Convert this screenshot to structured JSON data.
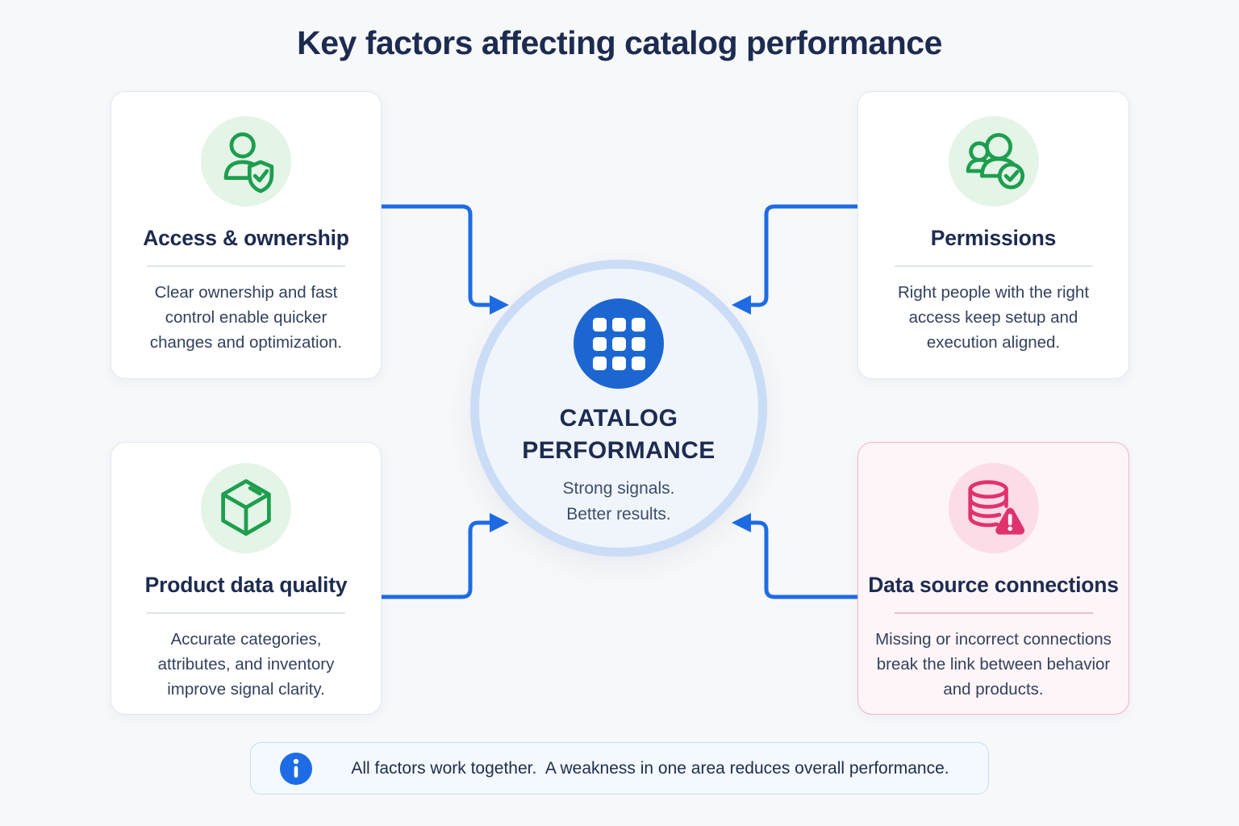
{
  "title": "Key factors affecting catalog performance",
  "center": {
    "icon": "grid-icon",
    "title_line1": "CATALOG",
    "title_line2": "PERFORMANCE",
    "subtitle_line1": "Strong signals.",
    "subtitle_line2": "Better results."
  },
  "cards": [
    {
      "id": "access-ownership",
      "icon": "person-shield-icon",
      "title": "Access & ownership",
      "description": "Clear ownership and fast control enable quicker changes and optimization.",
      "theme": "green"
    },
    {
      "id": "permissions",
      "icon": "people-check-icon",
      "title": "Permissions",
      "description": "Right people with the right access keep setup and execution aligned.",
      "theme": "green"
    },
    {
      "id": "product-data-quality",
      "icon": "cube-icon",
      "title": "Product data quality",
      "description": "Accurate categories, attributes, and inventory improve signal clarity.",
      "theme": "green"
    },
    {
      "id": "data-source-connections",
      "icon": "database-warning-icon",
      "title": "Data source connections",
      "description": "Missing or incorrect connections break the link between behavior and products.",
      "theme": "pink"
    }
  ],
  "footer": {
    "icon": "info-icon",
    "text": "All factors work together.  A weakness in one area reduces overall performance."
  },
  "colors": {
    "page-bg": "#f7f8fa",
    "navy": "#1d2b50",
    "body-text": "#33415e",
    "green": "#1d9e4f",
    "green-bg": "#e4f4e7",
    "pink": "#e0336c",
    "pink-bg": "#fbdce7",
    "pink-card-border": "#f4b3c6",
    "pink-card-bg": "#fdf5f8",
    "arrow": "#1d6ce5",
    "badge-blue": "#1c66d2",
    "center-fill": "#f0f5fc",
    "center-ring": "#cbdcf6",
    "card-border": "#dfe7f2",
    "footer-bg": "#f3f9fe",
    "footer-border": "#c9ddf1"
  }
}
